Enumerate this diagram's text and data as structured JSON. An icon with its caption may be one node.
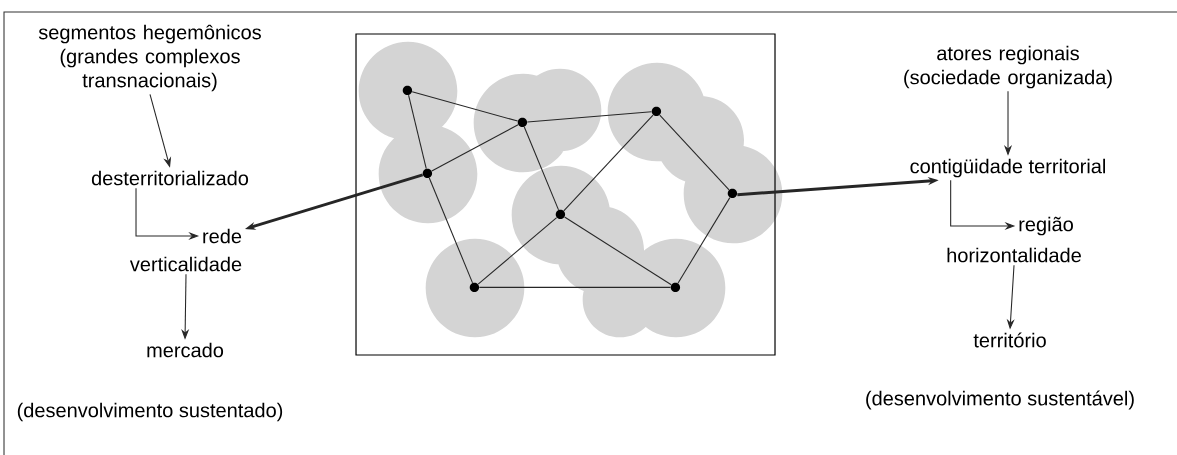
{
  "diagram": {
    "nodes": [
      {
        "text": [
          "segmentos hegemônicos (grandes complexos transnacionais)"
        ]
      },
      {
        "text": [
          "desterritorializado"
        ]
      },
      {
        "text": [
          "rede"
        ]
      },
      {
        "text": [
          "verticalidade"
        ]
      },
      {
        "text": [
          "mercado"
        ]
      },
      {
        "text": [],
        "shape": "box"
      },
      {
        "text": [],
        "shape": "circle",
        "in": 5
      },
      {
        "text": [],
        "shape": "circle",
        "in": 5
      },
      {
        "text": [],
        "shape": "circle",
        "in": 5
      },
      {
        "text": [],
        "shape": "circle",
        "in": 5
      },
      {
        "text": [],
        "shape": "circle",
        "in": 5
      },
      {
        "text": [],
        "shape": "circle",
        "in": 5
      },
      {
        "text": [],
        "shape": "circle",
        "in": 5
      },
      {
        "text": [],
        "shape": "circle",
        "in": 5
      },
      {
        "text": [
          "atores regionais (sociedade organizada)"
        ]
      },
      {
        "text": [
          "contigüidade territorial"
        ]
      },
      {
        "text": [
          "região"
        ]
      },
      {
        "text": [
          "horizontalidade"
        ]
      },
      {
        "text": [
          "território"
        ]
      }
    ],
    "edges": [
      {
        "from": 0,
        "to": 1,
        "arrow": "to"
      },
      {
        "from": 1,
        "to": 2,
        "arrow": "to"
      },
      {
        "from": 3,
        "to": 4,
        "arrow": "to"
      },
      {
        "from": 6,
        "to": 7,
        "arrow": "none"
      },
      {
        "from": 6,
        "to": 9,
        "arrow": "none"
      },
      {
        "from": 9,
        "to": 7,
        "arrow": "none"
      },
      {
        "from": 7,
        "to": 8,
        "arrow": "none"
      },
      {
        "from": 7,
        "to": 11,
        "arrow": "none"
      },
      {
        "from": 8,
        "to": 11,
        "arrow": "none"
      },
      {
        "from": 8,
        "to": 10,
        "arrow": "none"
      },
      {
        "from": 9,
        "to": 12,
        "arrow": "none"
      },
      {
        "from": 11,
        "to": 12,
        "arrow": "none"
      },
      {
        "from": 11,
        "to": 13,
        "arrow": "none"
      },
      {
        "from": 12,
        "to": 13,
        "arrow": "none"
      },
      {
        "from": 10,
        "to": 13,
        "arrow": "none"
      },
      {
        "from": 9,
        "to": 2,
        "arrow": "to",
        "style": "thick"
      },
      {
        "from": 10,
        "to": 15,
        "arrow": "to",
        "style": "thick"
      },
      {
        "from": 14,
        "to": 15,
        "arrow": "to"
      },
      {
        "from": 15,
        "to": 16,
        "arrow": "to"
      },
      {
        "from": 17,
        "to": 18,
        "arrow": "to"
      }
    ],
    "labels": [
      "(desenvolvimento sustentado)",
      "(desenvolvimento sustentável)"
    ]
  }
}
